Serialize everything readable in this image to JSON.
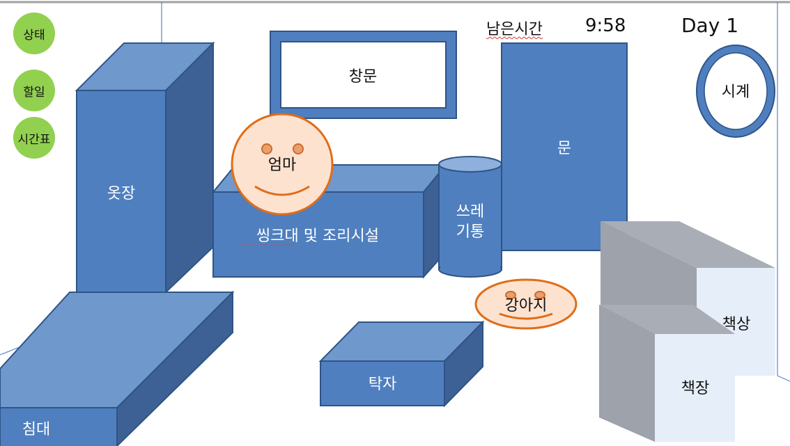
{
  "hud": {
    "time_label": "남은시간",
    "time_value": "9:58",
    "day_label": "Day 1"
  },
  "menu": {
    "status": "상태",
    "todo": "할일",
    "schedule": "시간표"
  },
  "room": {
    "wardrobe": "옷장",
    "window": "창문",
    "door": "문",
    "clock": "시계",
    "mom": "엄마",
    "sink": "씽크대 및 조리시설",
    "trash_line1": "쓰레",
    "trash_line2": "기통",
    "dog": "강아지",
    "desk": "책상",
    "bookshelf": "책장",
    "table": "탁자",
    "bed": "침대"
  },
  "colors": {
    "front": "#4f7fbe",
    "top": "#6f98cc",
    "side": "#3d6194",
    "outline": "#2e5486",
    "button": "#92d050",
    "face_fill": "#fde2d0",
    "face_stroke": "#e06d18",
    "gray_front": "#9da2ab",
    "gray_top": "#a9adb5",
    "gray_side": "#e6eef9"
  }
}
